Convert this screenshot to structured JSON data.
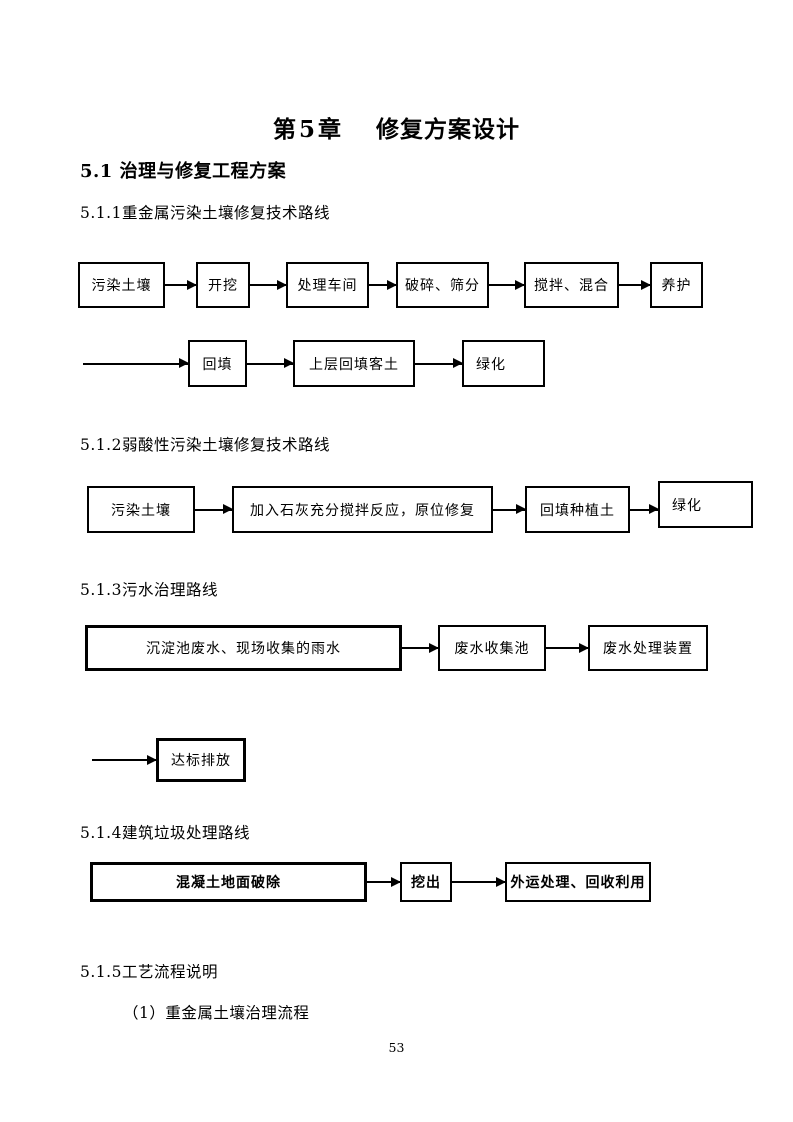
{
  "title": {
    "chapter": "第5章",
    "text": "修复方案设计"
  },
  "headings": {
    "s5_1": "5.1 治理与修复工程方案",
    "s5_1_1": "5.1.1重金属污染土壤修复技术路线",
    "s5_1_2": "5.1.2弱酸性污染土壤修复技术路线",
    "s5_1_3": "5.1.3污水治理路线",
    "s5_1_4": "5.1.4建筑垃圾处理路线",
    "s5_1_5": "5.1.5工艺流程说明",
    "s5_1_5_item1": "（1）重金属土壤治理流程"
  },
  "flows": {
    "heavy_metal_row1": [
      "污染土壤",
      "开挖",
      "处理车间",
      "破碎、筛分",
      "搅拌、混合",
      "养护"
    ],
    "heavy_metal_row2": [
      "回填",
      "上层回填客土",
      "绿化"
    ],
    "weak_acid": [
      "污染土壤",
      "加入石灰充分搅拌反应，原位修复",
      "回填种植土",
      "绿化"
    ],
    "wastewater_row1": [
      "沉淀池废水、现场收集的雨水",
      "废水收集池",
      "废水处理装置"
    ],
    "wastewater_row2": [
      "达标排放"
    ],
    "construction_waste": [
      "混凝土地面破除",
      "挖出",
      "外运处理、回收利用"
    ]
  },
  "page_number": "53",
  "colors": {
    "text": "#000000",
    "background": "#ffffff",
    "box_border": "#000000"
  }
}
